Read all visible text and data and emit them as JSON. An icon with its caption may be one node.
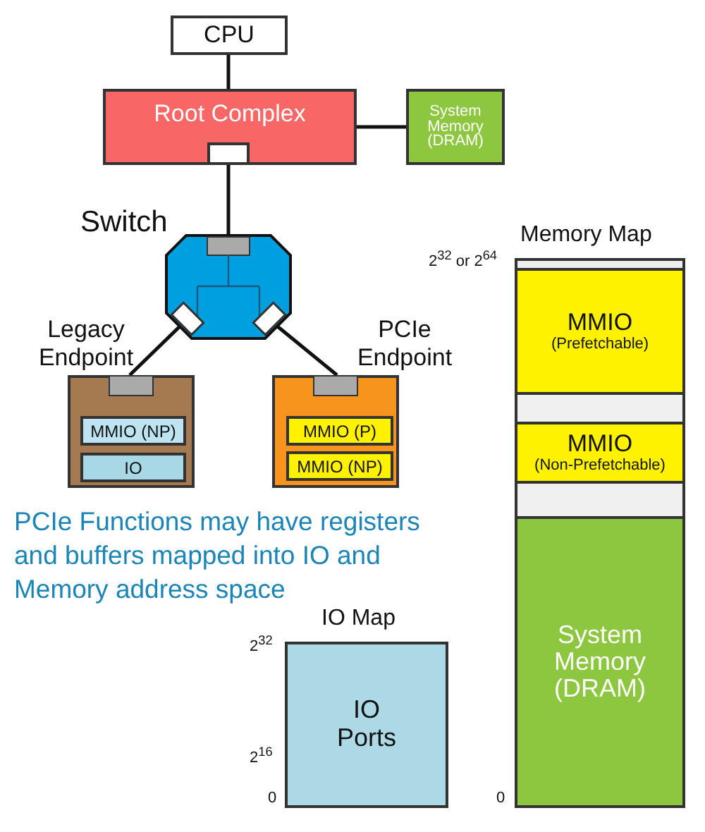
{
  "diagram": {
    "nodes": [
      {
        "text": [
          "CPU"
        ]
      },
      {
        "text": [
          "Root Complex"
        ]
      },
      {
        "text": [
          "System Memory (DRAM)"
        ]
      },
      {
        "text": [
          "Switch"
        ]
      },
      {
        "text": [
          "Legacy Endpoint"
        ]
      },
      {
        "text": [
          "MMIO (NP)"
        ],
        "in": 4
      },
      {
        "text": [
          "IO"
        ],
        "in": 4
      },
      {
        "text": [
          "PCIe Endpoint"
        ]
      },
      {
        "text": [
          "MMIO (P)"
        ],
        "in": 7
      },
      {
        "text": [
          "MMIO (NP)"
        ],
        "in": 7
      },
      {
        "text": [
          "Memory Map"
        ]
      },
      {
        "text": [],
        "shape": "box",
        "in": 10
      },
      {
        "text": [
          "MMIO",
          "(Prefetchable)"
        ],
        "in": 10
      },
      {
        "text": [],
        "shape": "box",
        "in": 10
      },
      {
        "text": [
          "MMIO",
          "(Non-Prefetchable)"
        ],
        "in": 10
      },
      {
        "text": [],
        "shape": "box",
        "in": 10
      },
      {
        "text": [
          "System Memory (DRAM)"
        ],
        "in": 10
      },
      {
        "text": [
          "IO Map",
          "IO Ports"
        ]
      }
    ],
    "edges": [
      {
        "from": 0,
        "to": 1,
        "arrow": "none"
      },
      {
        "from": 1,
        "to": 2,
        "arrow": "none"
      },
      {
        "from": 1,
        "to": 3,
        "arrow": "none"
      },
      {
        "from": 3,
        "to": 4,
        "arrow": "none"
      },
      {
        "from": 3,
        "to": 7,
        "arrow": "none"
      }
    ],
    "labels": [
      "2$^{32}$ or 2$^{64}$",
      "PCIe Functions may have registers and buffers mapped into IO and Memory address space",
      "2$^{32}$",
      "2$^{16}$",
      "0",
      "0"
    ]
  }
}
